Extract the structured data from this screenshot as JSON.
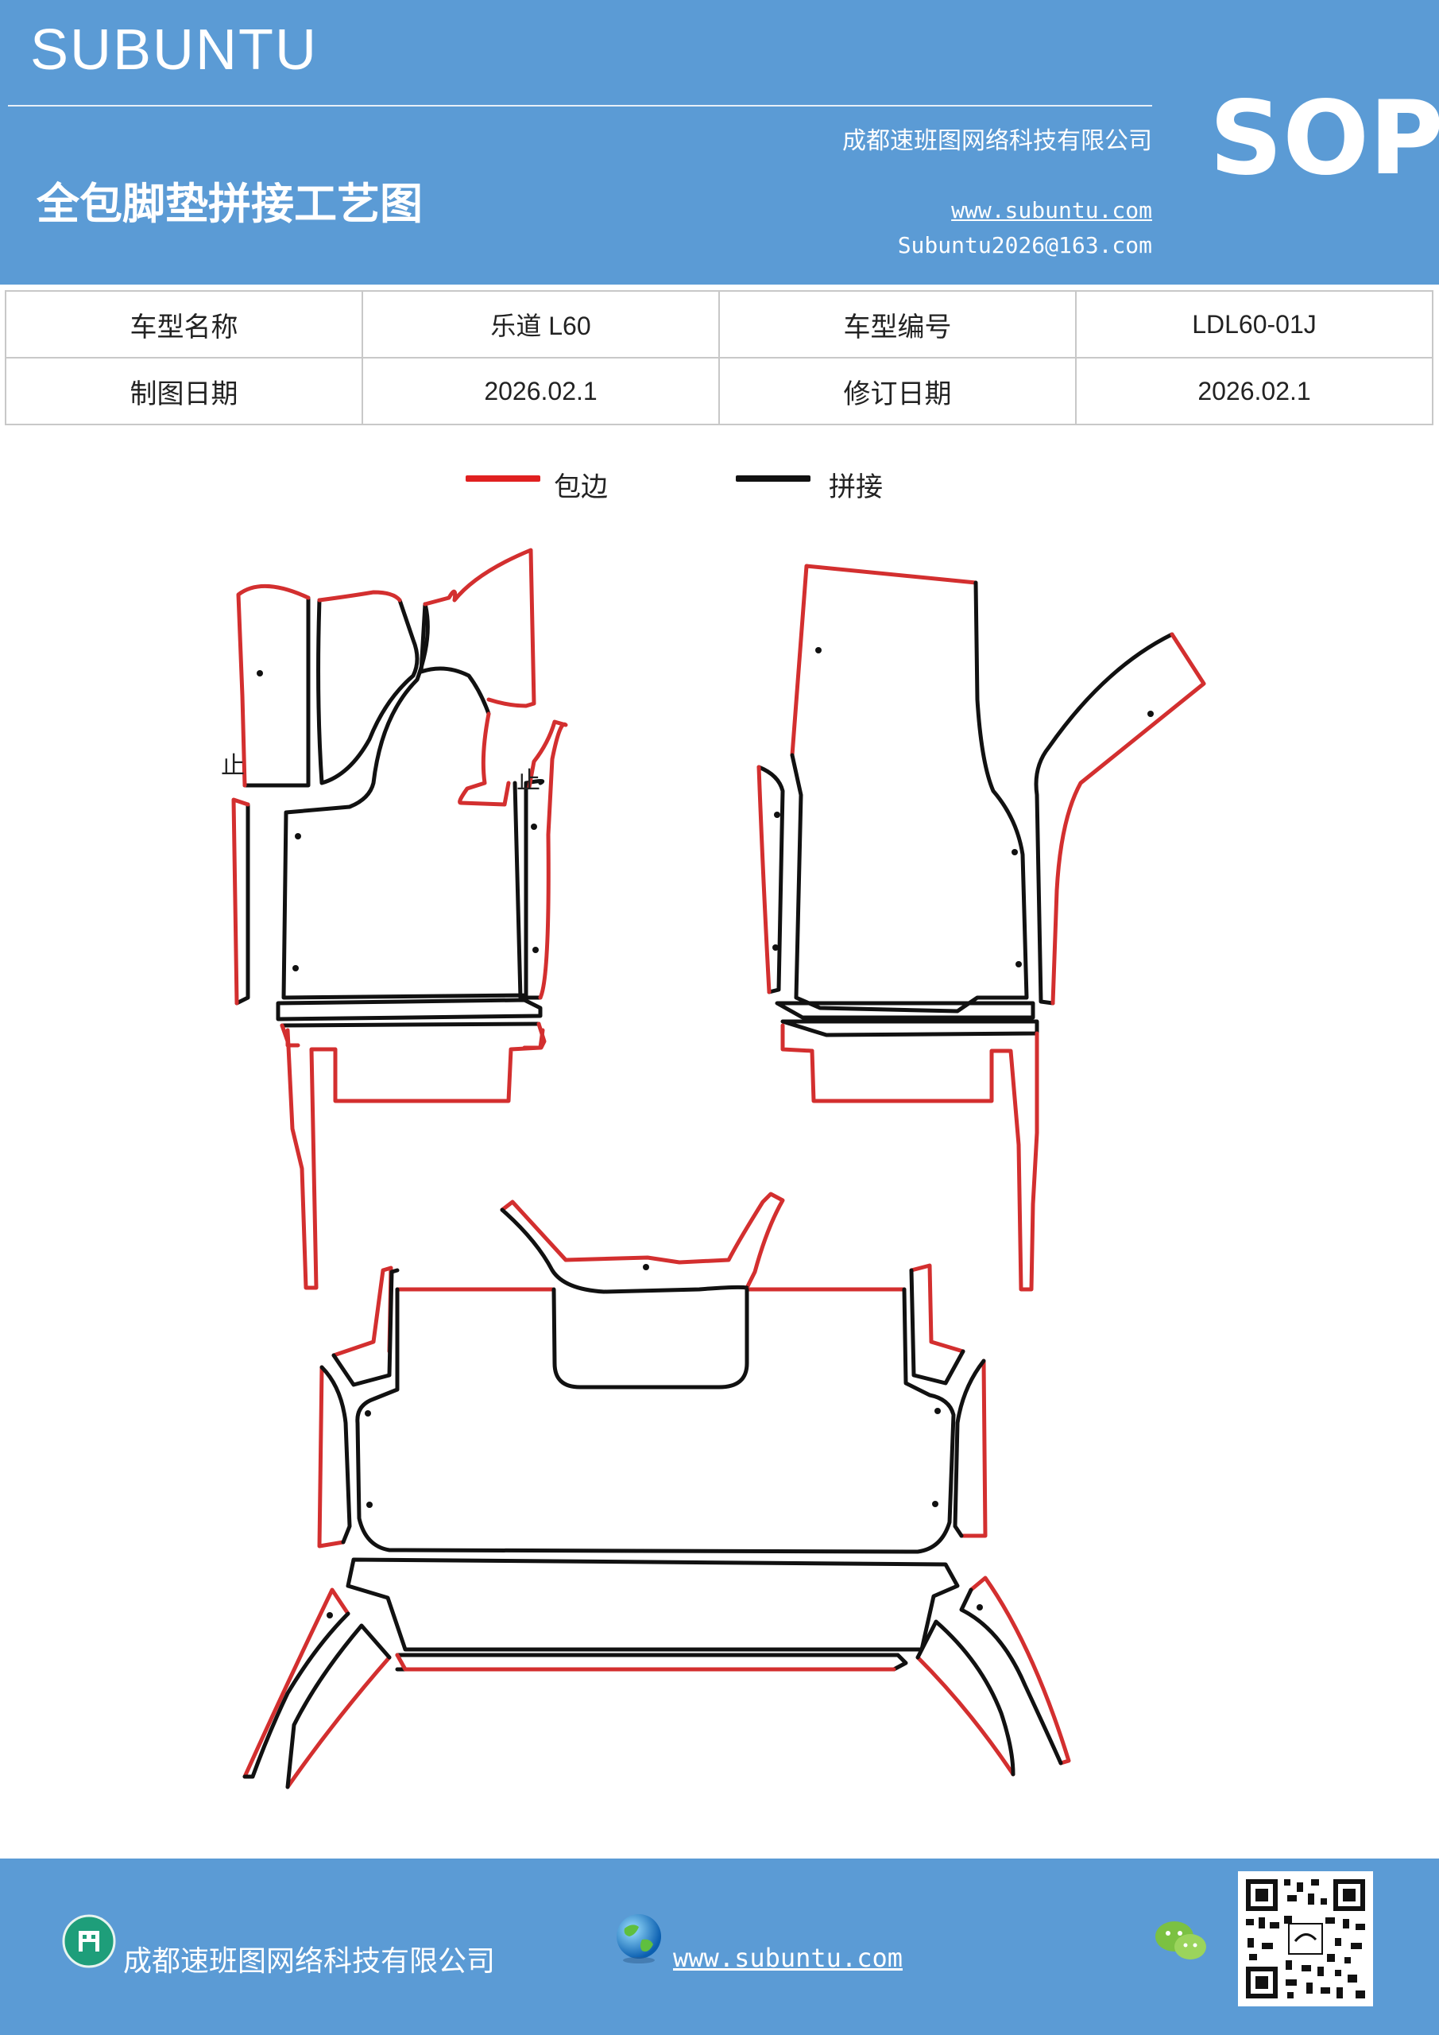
{
  "header": {
    "brand": "SUBUNTU",
    "company": "成都速班图网络科技有限公司",
    "title": "全包脚垫拼接工艺图",
    "website": "www.subuntu.com",
    "email": "Subuntu2026@163.com",
    "badge": "SOP"
  },
  "info": {
    "model_name_label": "车型名称",
    "model_name": "乐道 L60",
    "model_code_label": "车型编号",
    "model_code": "LDL60-01J",
    "draw_date_label": "制图日期",
    "draw_date": "2026.02.1",
    "revise_date_label": "修订日期",
    "revise_date": "2026.02.1"
  },
  "legend": {
    "edge_label": "包边",
    "edge_color": "#e02020",
    "joint_label": "拼接",
    "joint_color": "#111111"
  },
  "drawing": {
    "marks": [
      "止",
      "止"
    ]
  },
  "footer": {
    "company": "成都速班图网络科技有限公司",
    "website": "www.subuntu.com",
    "icons": [
      "building-icon",
      "globe-icon",
      "wechat-icon",
      "qr-code"
    ]
  }
}
